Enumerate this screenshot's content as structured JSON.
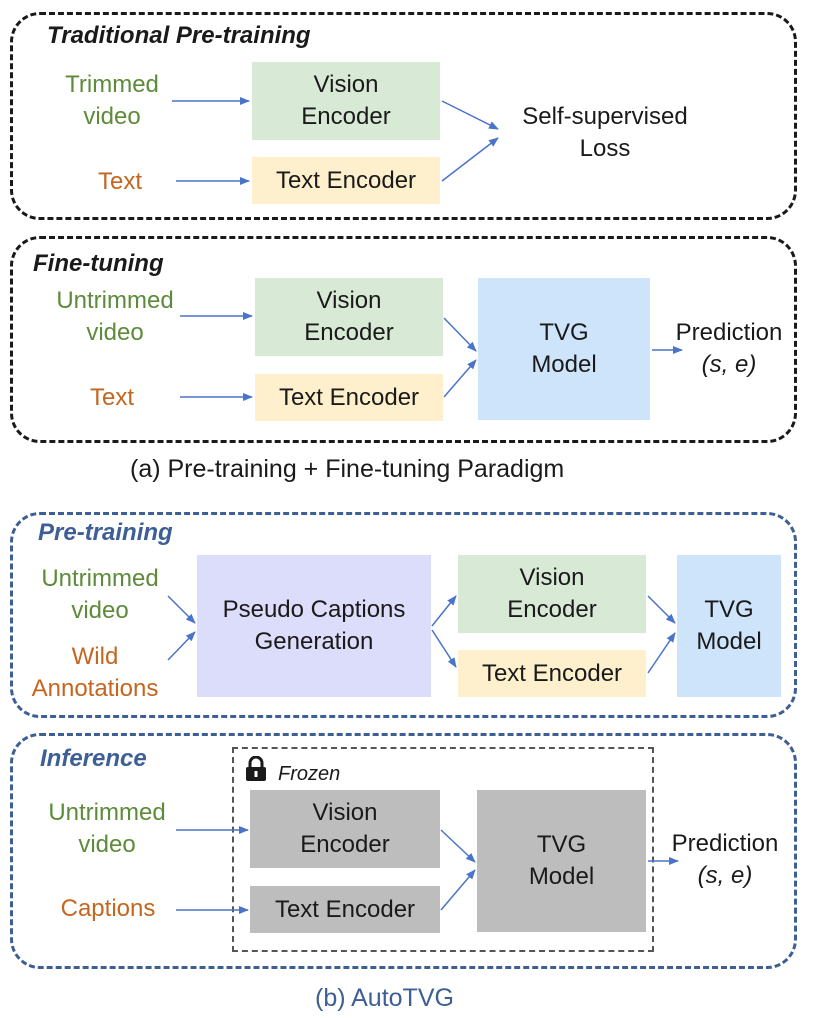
{
  "caption_a": "(a) Pre-training + Fine-tuning Paradigm",
  "caption_b": "(b) AutoTVG",
  "traditional": {
    "title": "Traditional Pre-training",
    "input_video": [
      "Trimmed",
      "video"
    ],
    "input_text": "Text",
    "vision_encoder": [
      "Vision",
      "Encoder"
    ],
    "text_encoder": "Text Encoder",
    "loss": [
      "Self-supervised",
      "Loss"
    ]
  },
  "finetune": {
    "title": "Fine-tuning",
    "input_video": [
      "Untrimmed",
      "video"
    ],
    "input_text": "Text",
    "vision_encoder": [
      "Vision",
      "Encoder"
    ],
    "text_encoder": "Text Encoder",
    "tvg_model": [
      "TVG",
      "Model"
    ],
    "prediction": "Prediction",
    "prediction_span": "(s, e)"
  },
  "pretrain": {
    "title": "Pre-training",
    "input_video": [
      "Untrimmed",
      "video"
    ],
    "input_annotations": [
      "Wild",
      "Annotations"
    ],
    "pseudo": [
      "Pseudo Captions",
      "Generation"
    ],
    "vision_encoder": [
      "Vision",
      "Encoder"
    ],
    "text_encoder": "Text Encoder",
    "tvg_model": [
      "TVG",
      "Model"
    ]
  },
  "inference": {
    "title": "Inference",
    "frozen_label": "Frozen",
    "input_video": [
      "Untrimmed",
      "video"
    ],
    "input_captions": "Captions",
    "vision_encoder": [
      "Vision",
      "Encoder"
    ],
    "text_encoder": "Text Encoder",
    "tvg_model": [
      "TVG",
      "Model"
    ],
    "prediction": "Prediction",
    "prediction_span": "(s, e)"
  },
  "colors": {
    "green_text": "#5e8b3a",
    "orange_text": "#c4661f",
    "blue_title": "#3d5f95",
    "arrow": "#4a74c9",
    "vision_box": "#d8ead6",
    "text_box": "#fef0cc",
    "tvg_box": "#cde4fb",
    "pseudo_box": "#dcdcfb",
    "frozen_box": "#bdbdbd"
  }
}
